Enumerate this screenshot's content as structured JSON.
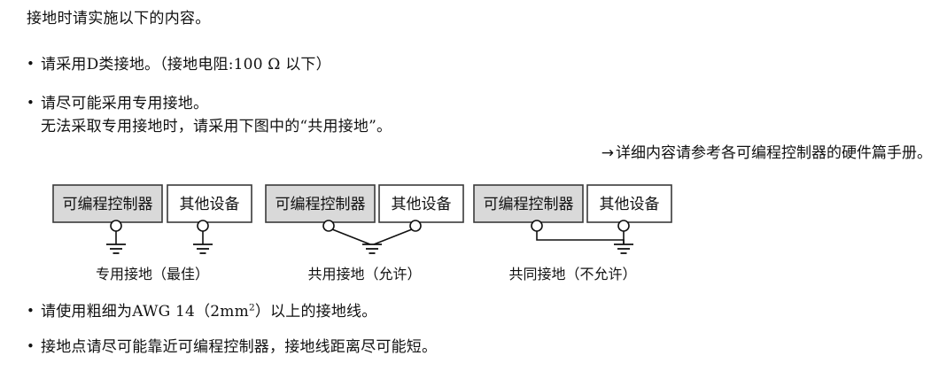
{
  "page": {
    "intro": "接地时请实施以下的内容。",
    "background": "#ffffff",
    "text_color": "#111111"
  },
  "bullets_top": [
    {
      "text": "请采用D类接地。（接地电阻:100 Ω 以下）"
    },
    {
      "line1": "请尽可能采用专用接地。",
      "line2": "无法采取专用接地时，请采用下图中的“共用接地”。"
    }
  ],
  "note": {
    "arrow": "→",
    "text": "详细内容请参考各可编程控制器的硬件篇手册。"
  },
  "diagram": {
    "box_fill_gray": "#d9d9d9",
    "box_fill_white": "#ffffff",
    "box_stroke": "#3a3a3a",
    "groups": [
      {
        "id": "dedicated-ground",
        "caption": "专用接地（最佳）",
        "wiring": "separate",
        "boxes": [
          {
            "label": "可编程控制器",
            "fill": "gray"
          },
          {
            "label": "其他设备",
            "fill": "white"
          }
        ]
      },
      {
        "id": "shared-ground",
        "caption": "共用接地（允许）",
        "wiring": "converging",
        "boxes": [
          {
            "label": "可编程控制器",
            "fill": "gray"
          },
          {
            "label": "其他设备",
            "fill": "white"
          }
        ]
      },
      {
        "id": "common-ground",
        "caption": "共同接地（不允许）",
        "wiring": "bus",
        "boxes": [
          {
            "label": "可编程控制器",
            "fill": "gray"
          },
          {
            "label": "其他设备",
            "fill": "white"
          }
        ]
      }
    ]
  },
  "bullets_bottom": [
    {
      "pre": "请使用粗细为AWG  14（2mm",
      "sup": "2",
      "post": "）以上的接地线。"
    },
    {
      "text": "接地点请尽可能靠近可编程控制器，接地线距离尽可能短。"
    }
  ]
}
